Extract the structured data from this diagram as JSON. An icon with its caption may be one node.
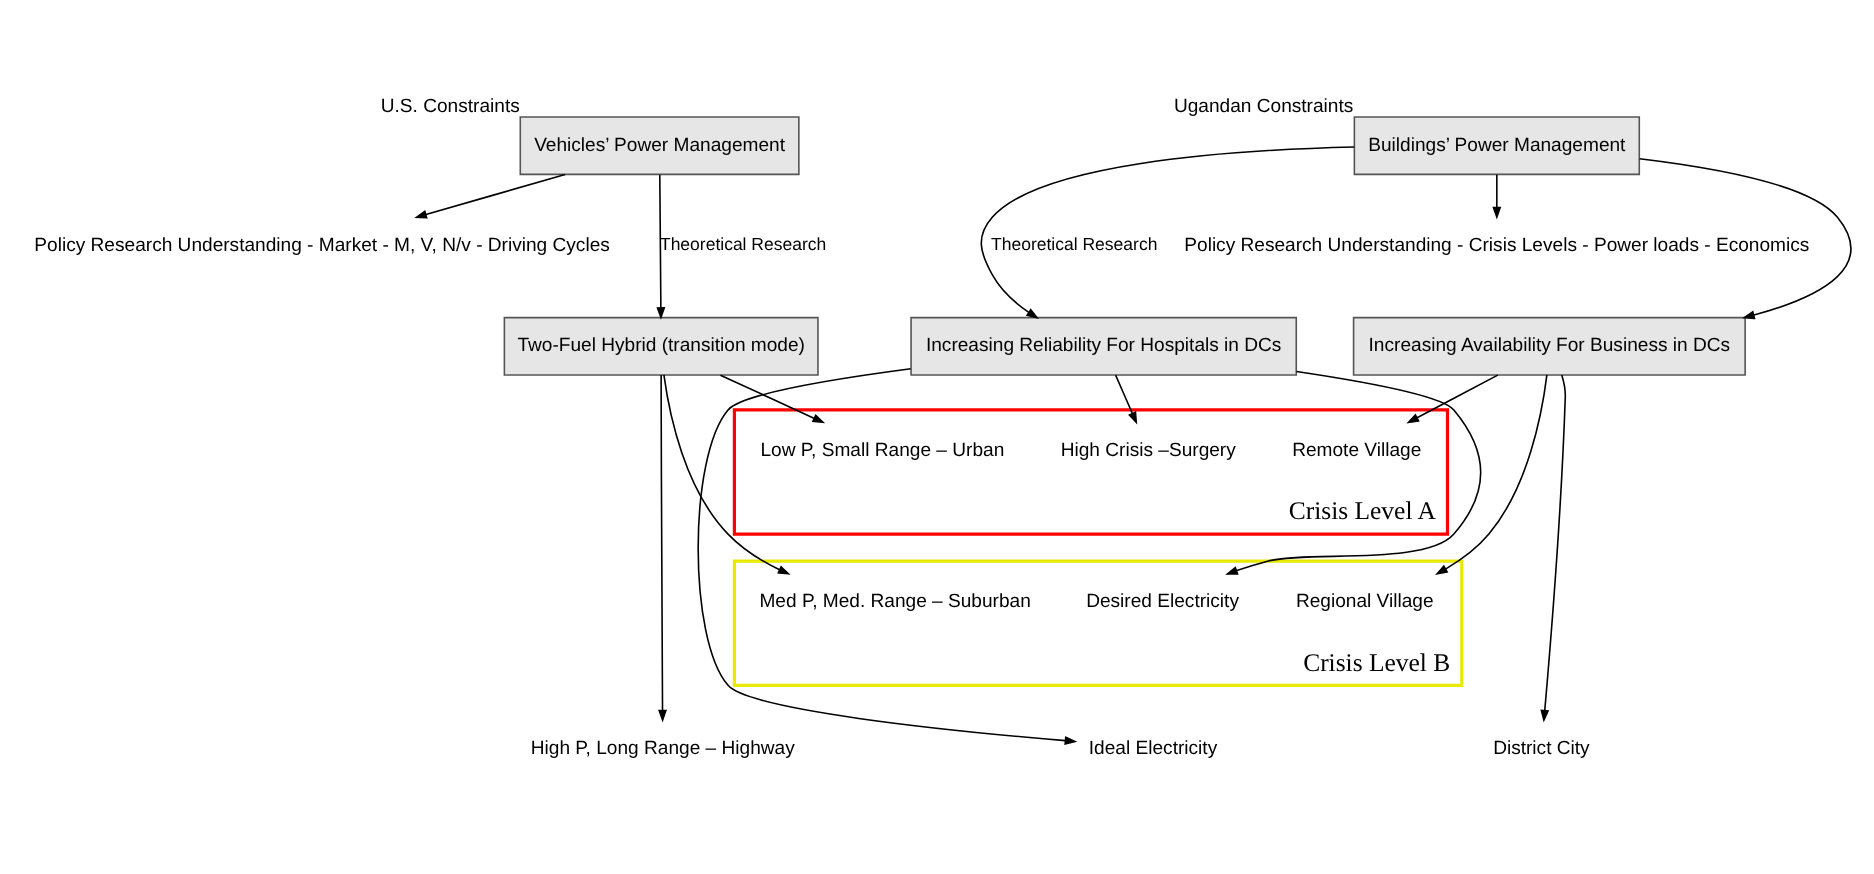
{
  "diagram": {
    "nodes": [
      {
        "text": [
          "Vehicles’ Power Management"
        ],
        "beside": [
          "U.S. Constraints"
        ]
      },
      {
        "text": [
          "Policy Research Understanding - Market - M, V, N/v - Driving Cycles"
        ]
      },
      {
        "text": [
          "Two-Fuel Hybrid (transition mode)"
        ]
      },
      {
        "text": [
          "Buildings’ Power Management"
        ],
        "beside": [
          "Ugandan Constraints"
        ]
      },
      {
        "text": [
          "Policy Research Understanding - Crisis Levels - Power loads - Economics"
        ]
      },
      {
        "text": [
          "Increasing Reliability For Hospitals in DCs"
        ]
      },
      {
        "text": [
          "Increasing Availability For Business in DCs"
        ]
      },
      {
        "text": [
          "Crisis Level A"
        ]
      },
      {
        "text": [
          "Low P, Small Range – Urban"
        ],
        "in": 7
      },
      {
        "text": [
          "High Crisis –Surgery"
        ],
        "in": 7
      },
      {
        "text": [
          "Remote Village"
        ],
        "in": 7
      },
      {
        "text": [
          "Crisis Level B"
        ]
      },
      {
        "text": [
          "Med P, Med. Range – Suburban"
        ],
        "in": 11
      },
      {
        "text": [
          "Desired Electricity"
        ],
        "in": 11
      },
      {
        "text": [
          "Regional Village"
        ],
        "in": 11
      },
      {
        "text": [
          "High P, Long Range – Highway"
        ]
      },
      {
        "text": [
          "Ideal Electricity"
        ]
      },
      {
        "text": [
          "District City"
        ]
      }
    ],
    "edges": [
      {
        "from": 0,
        "to": 2,
        "arrow": "to",
        "label": "Theoretical Research"
      },
      {
        "from": 0,
        "to": 1,
        "arrow": "to"
      },
      {
        "from": 2,
        "to": 8,
        "arrow": "to"
      },
      {
        "from": 2,
        "to": 12,
        "arrow": "to"
      },
      {
        "from": 2,
        "to": 15,
        "arrow": "to"
      },
      {
        "from": 3,
        "to": 5,
        "arrow": "to",
        "label": "Theoretical Research"
      },
      {
        "from": 3,
        "to": 4,
        "arrow": "to"
      },
      {
        "from": 3,
        "to": 6,
        "arrow": "to"
      },
      {
        "from": 5,
        "to": 9,
        "arrow": "to"
      },
      {
        "from": 5,
        "to": 13,
        "arrow": "to"
      },
      {
        "from": 5,
        "to": 16,
        "arrow": "to"
      },
      {
        "from": 6,
        "to": 10,
        "arrow": "to"
      },
      {
        "from": 6,
        "to": 14,
        "arrow": "to"
      },
      {
        "from": 6,
        "to": 17,
        "arrow": "to"
      }
    ]
  }
}
